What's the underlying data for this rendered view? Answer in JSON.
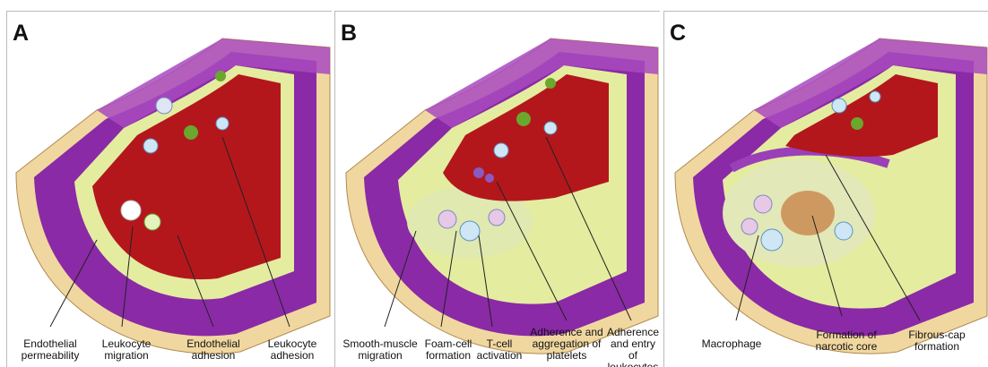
{
  "colors": {
    "lumen": "#b3171c",
    "adventitia": "#f0d7a0",
    "muscle": "#8a2aa6",
    "intima": "#e4eca0",
    "macrophage": "#9fd0ea",
    "platelet": "#6aa72c",
    "leader_line": "#222222"
  },
  "panels": [
    {
      "letter": "A",
      "labels": [
        "Endothelial\npermeability",
        "Leukocyte\nmigration",
        "Endothelial\nadhesion",
        "Leukocyte\nadhesion"
      ]
    },
    {
      "letter": "B",
      "labels": [
        "Smooth-muscle\nmigration",
        "Foam-cell\nformation",
        "T-cell\nactivation",
        "Adherence and\naggregation of\nplatelets",
        "Adherence\nand entry\nof leukocytes"
      ]
    },
    {
      "letter": "C",
      "labels": [
        "Macrophage",
        "Formation of\nnarcotic core",
        "Fibrous-cap formation"
      ]
    }
  ]
}
